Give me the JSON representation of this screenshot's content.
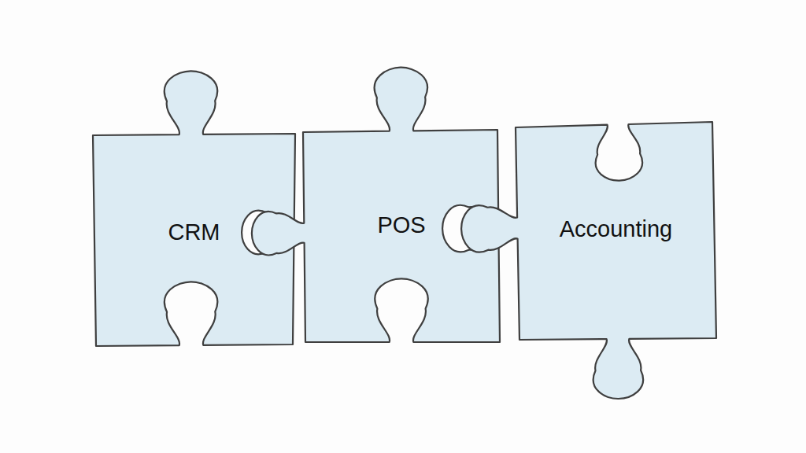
{
  "diagram": {
    "nodes": [
      {
        "text": [
          "CRM"
        ]
      },
      {
        "text": [
          "POS"
        ]
      },
      {
        "text": [
          "Accounting"
        ]
      }
    ]
  }
}
